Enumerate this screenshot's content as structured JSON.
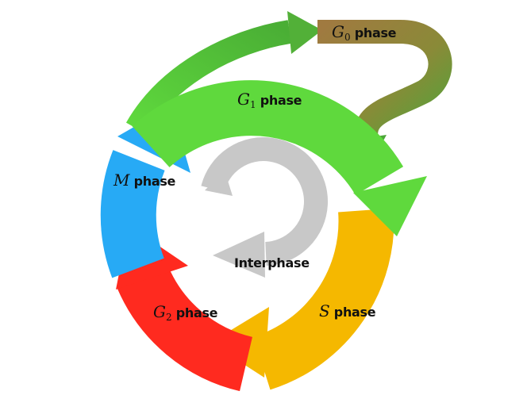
{
  "phases": {
    "g0": {
      "symbol": "G",
      "subscript": "0",
      "word": "phase",
      "color": "#a07a40"
    },
    "g1": {
      "symbol": "G",
      "subscript": "1",
      "word": "phase",
      "color": "#5fd93d"
    },
    "s": {
      "symbol": "S",
      "word": "phase",
      "color": "#f5b800"
    },
    "g2": {
      "symbol": "G",
      "subscript": "2",
      "word": "phase",
      "color": "#ff2a1f"
    },
    "m": {
      "symbol": "M",
      "word": "phase",
      "color": "#27aaf5"
    }
  },
  "interphase": {
    "label": "Interphase",
    "color": "#c8c8c8"
  }
}
